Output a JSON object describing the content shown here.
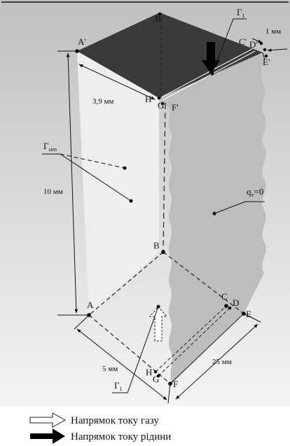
{
  "vertices": {
    "B_top": "B'",
    "A_top": "A'",
    "C_top": "C'",
    "D_top": "D'",
    "E_top": "E'",
    "H_top": "H",
    "G_top": "G'",
    "F_top": "F'",
    "B_bot": "B",
    "A_bot": "A",
    "C_bot": "C",
    "D_bot": "D",
    "E_bot": "E",
    "H_bot": "H",
    "G_bot": "G",
    "F_bot": "F"
  },
  "gamma_base": "Г",
  "gamma_sub_one": "1",
  "gamma_sub_sim": "sim",
  "dimensions": {
    "gap": "1 мм",
    "top_width": "3,9 мм",
    "height": "10 мм",
    "bottom_left": "5 мм",
    "bottom_right": "25 мм"
  },
  "annotation": "q",
  "annotation_sub": "v",
  "annotation_val": "=0",
  "legend": {
    "gas": "Напрямок току газу",
    "liquid": "Напрямок току рідини"
  },
  "colors": {
    "top_face": "#3a3a3a",
    "left_face": "#eeeeee",
    "right_face": "#bdbdbd",
    "background_top": "#c0c0c0",
    "background_bottom": "#f4f4f4"
  }
}
